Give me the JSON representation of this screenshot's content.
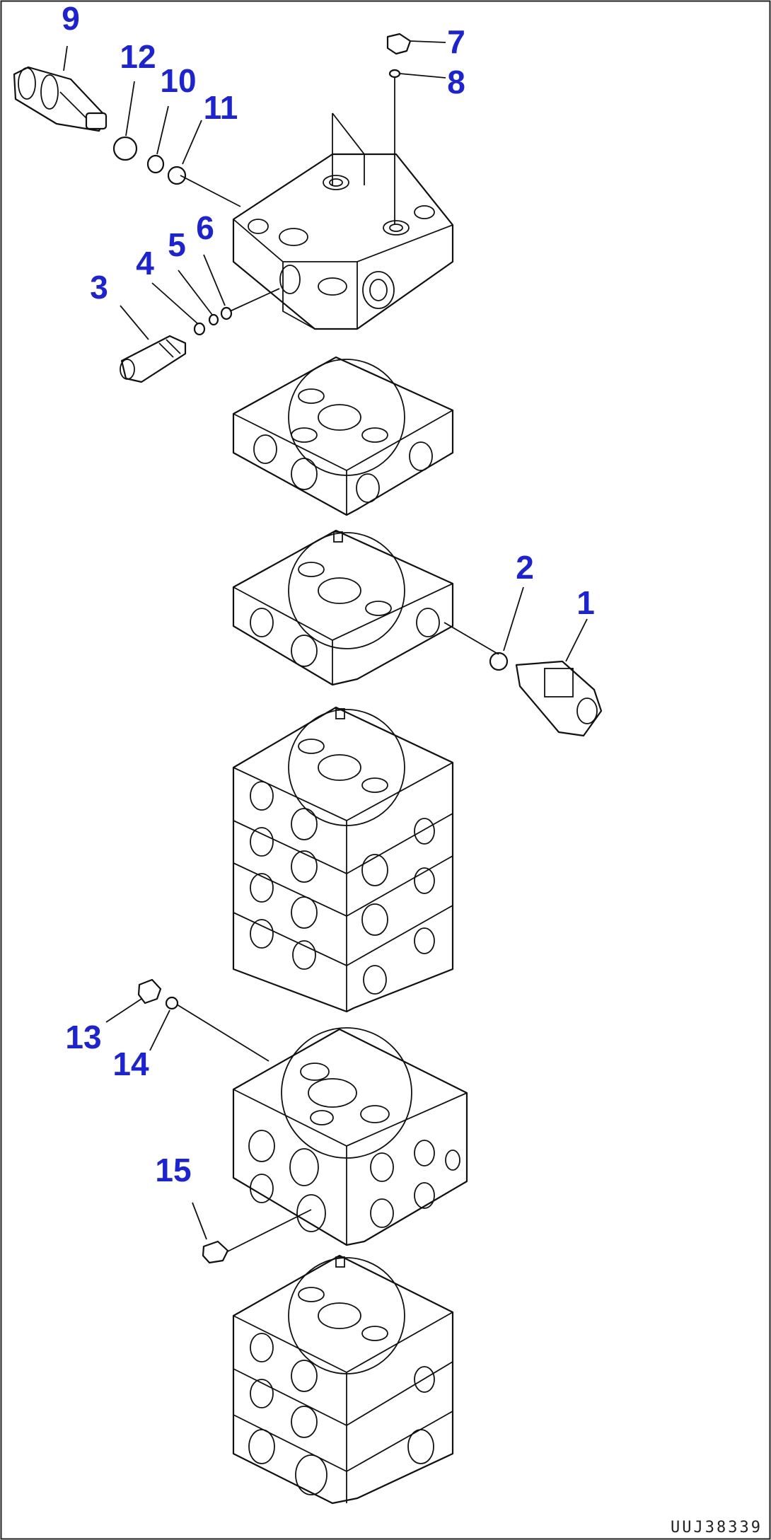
{
  "diagram": {
    "drawing_code": "UUJ38339",
    "callouts": [
      {
        "id": "9",
        "label": "9"
      },
      {
        "id": "12",
        "label": "12"
      },
      {
        "id": "10",
        "label": "10"
      },
      {
        "id": "11",
        "label": "11"
      },
      {
        "id": "7",
        "label": "7"
      },
      {
        "id": "8",
        "label": "8"
      },
      {
        "id": "6",
        "label": "6"
      },
      {
        "id": "5",
        "label": "5"
      },
      {
        "id": "4",
        "label": "4"
      },
      {
        "id": "3",
        "label": "3"
      },
      {
        "id": "2",
        "label": "2"
      },
      {
        "id": "1",
        "label": "1"
      },
      {
        "id": "13",
        "label": "13"
      },
      {
        "id": "14",
        "label": "14"
      },
      {
        "id": "15",
        "label": "15"
      }
    ],
    "colors": {
      "callout": "#1b22d8",
      "line": "#111111",
      "background": "#ffffff"
    }
  }
}
